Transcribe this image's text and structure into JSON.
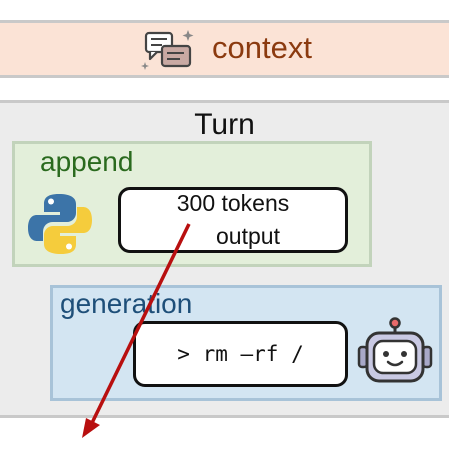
{
  "context": {
    "label": "context",
    "icon": "chat-bubbles-sparkle-icon"
  },
  "turn": {
    "title": "Turn"
  },
  "append": {
    "label": "append",
    "icon": "python-logo-icon",
    "output_line1": "300 tokens",
    "output_line2": "output"
  },
  "generation": {
    "label": "generation",
    "icon": "robot-icon",
    "command": "> rm –rf /"
  },
  "colors": {
    "context_bg": "#fbe3d6",
    "append_bg": "#e3efda",
    "generation_bg": "#d3e5f2",
    "arrow": "#b80f0f"
  }
}
